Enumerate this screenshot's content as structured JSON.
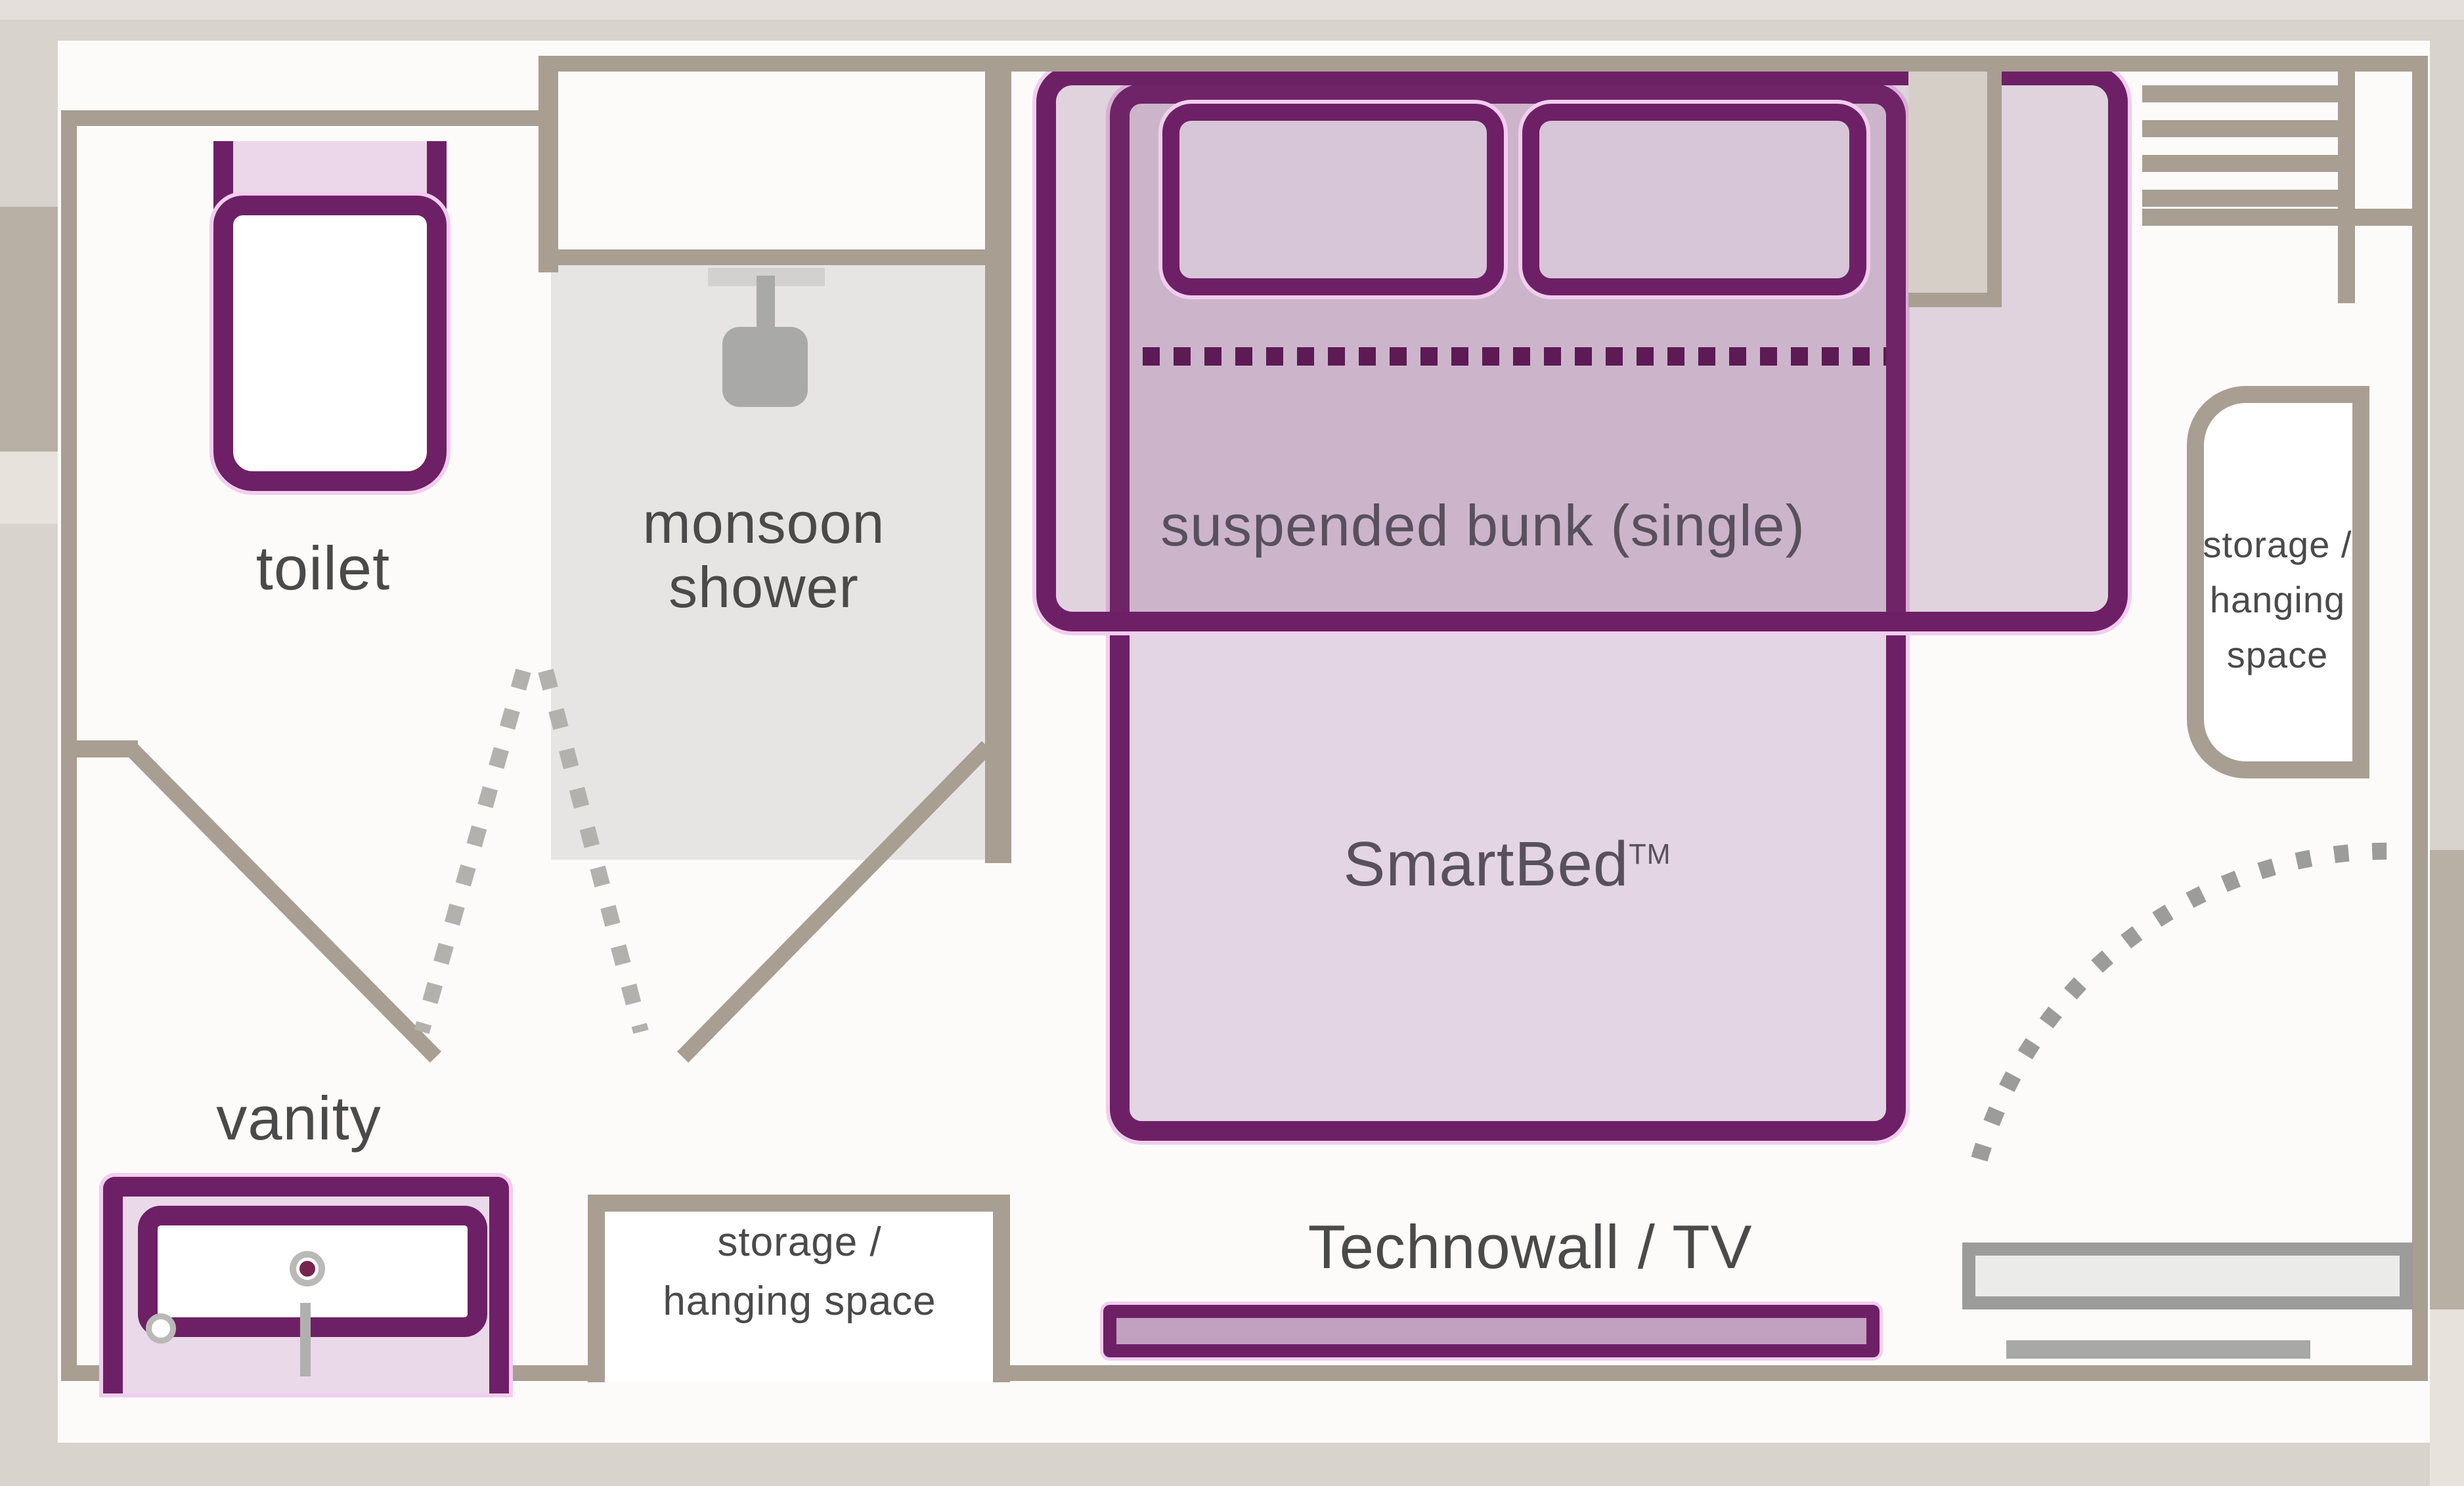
{
  "plan": {
    "type": "hotel-cabin-floor-plan",
    "rooms": {
      "bathroom": {
        "toilet_label": "toilet",
        "shower_label_line1": "monsoon",
        "shower_label_line2": "shower",
        "vanity_label": "vanity"
      },
      "bedroom": {
        "bunk_label": "suspended bunk (single)",
        "bed_label": "SmartBed",
        "bed_label_trademark": "TM",
        "technowall_label": "Technowall / TV",
        "storage_bottom_line1": "storage /",
        "storage_bottom_line2": "hanging space",
        "storage_right_line1": "storage /",
        "storage_right_line2": "hanging",
        "storage_right_line3": "space"
      }
    },
    "icons": {
      "shower_head": "shower-head-icon (rounded square with stem)",
      "bunk_ladder": "ladder-icon (horizontal rungs)",
      "faucet": "faucet-icon (ring with dot)",
      "drain": "drain-icon (small circle)",
      "door_swing_arc": "dashed quarter-circle arc",
      "bathroom_door_swing": "dashed V swing lines",
      "bed_fold_line": "dotted mattress separation line"
    }
  },
  "colors": {
    "page": "#fcfbfa",
    "beige": "#d9d3cd",
    "beige_top": "#e4dfda",
    "beige_dark": "#b8afa5",
    "beige_light": "#e8e2dc",
    "wall": "#a89e92",
    "purple": "#6e2066",
    "purple_deep": "#5d1a55",
    "halo": "#f2cdee",
    "bed_fill": "#e3d5e3",
    "bunk_overlay": "rgba(115,55,110,0.20)",
    "pillow": "#d7c6d7",
    "shower": "#e6e5e3",
    "icon_gray": "#a9a9a7",
    "icon_gray_light": "#d2d1cf",
    "text": "#4a4a4a",
    "text_bed": "#59505e",
    "vanity_fill": "#ead9e9",
    "tank": "#ecd6ea",
    "door_gray": "#9c9c9a",
    "door_fill": "#ebebe9",
    "dash_gray": "#b3b1ad",
    "threshold": "#a8a8a6",
    "tech_fill": "#c2a0bf",
    "niche": "#d6cfc8",
    "faucet_ring": "#b9b9b7",
    "faucet_dot": "#76254e",
    "stem": "#b0b0ae"
  }
}
